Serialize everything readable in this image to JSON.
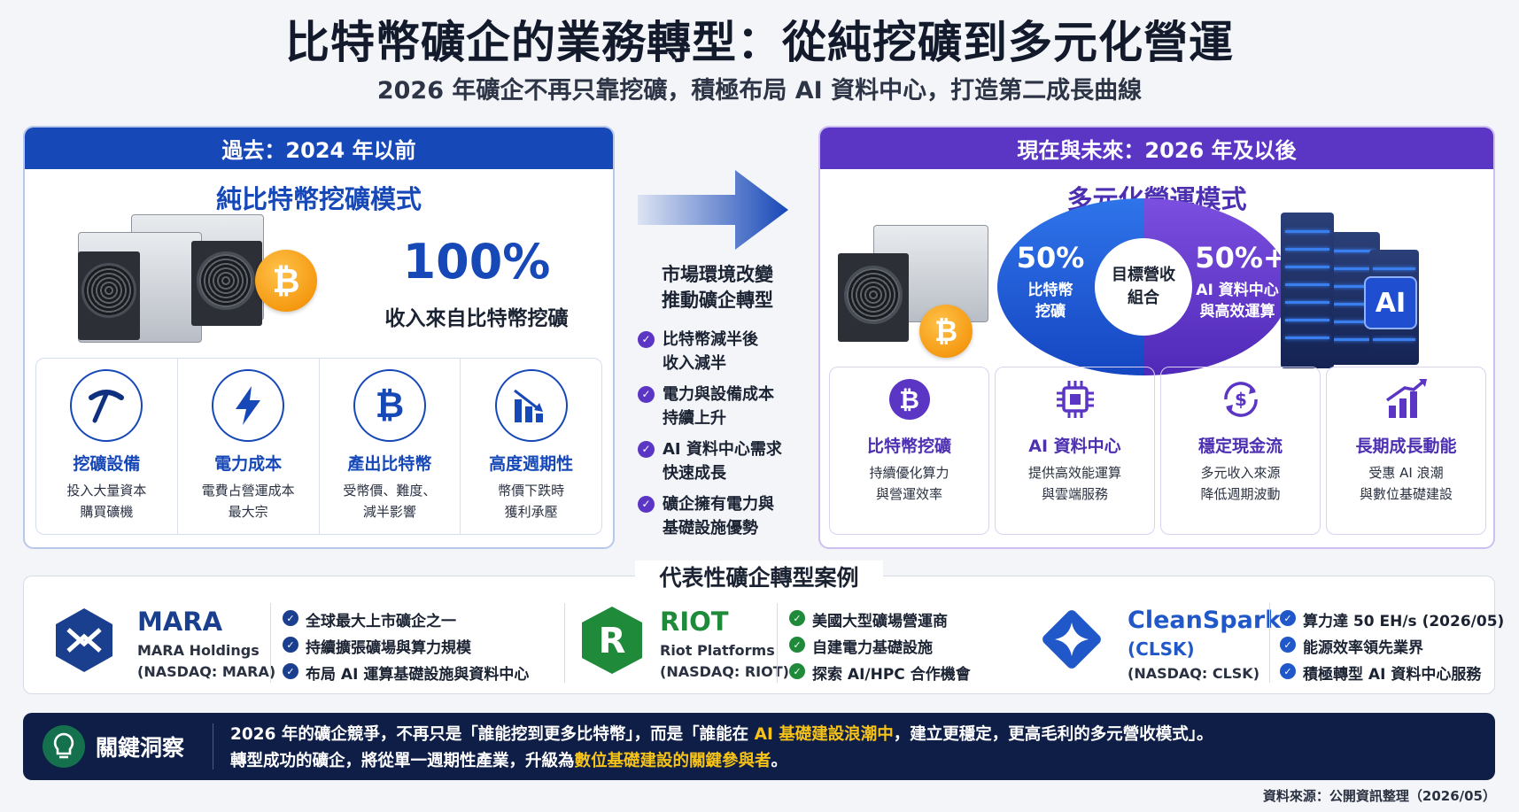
{
  "header": {
    "title": "比特幣礦企的業務轉型：從純挖礦到多元化營運",
    "subtitle": "2026 年礦企不再只靠挖礦，積極布局 AI 資料中心，打造第二成長曲線"
  },
  "past": {
    "header": "過去：2024 年以前",
    "subtitle": "純比特幣挖礦模式",
    "percent": "100%",
    "percent_label": "收入來自比特幣挖礦",
    "coin_symbol": "₿",
    "features": [
      {
        "icon": "pickaxe-icon",
        "title": "挖礦設備",
        "desc": [
          "投入大量資本",
          "購買礦機"
        ]
      },
      {
        "icon": "lightning-icon",
        "title": "電力成本",
        "desc": [
          "電費占營運成本",
          "最大宗"
        ]
      },
      {
        "icon": "bitcoin-icon",
        "title": "產出比特幣",
        "desc": [
          "受幣價、難度、",
          "減半影響"
        ]
      },
      {
        "icon": "chart-down-icon",
        "title": "高度週期性",
        "desc": [
          "幣價下跌時",
          "獲利承壓"
        ]
      }
    ]
  },
  "middle": {
    "title_lines": [
      "市場環境改變",
      "推動礦企轉型"
    ],
    "reasons": [
      [
        "比特幣減半後",
        "收入減半"
      ],
      [
        "電力與設備成本",
        "持續上升"
      ],
      [
        "AI 資料中心需求",
        "快速成長"
      ],
      [
        "礦企擁有電力與",
        "基礎設施優勢"
      ]
    ]
  },
  "future": {
    "header": "現在與未來：2026 年及以後",
    "subtitle": "多元化營運模式",
    "pie": {
      "center_lines": [
        "目標營收",
        "組合"
      ],
      "left_pct": "50%",
      "left_label": [
        "比特幣",
        "挖礦"
      ],
      "right_pct": "50%+",
      "right_label": [
        "AI 資料中心",
        "與高效運算"
      ],
      "left_color": "#1f5ad6",
      "right_color": "#6338cc"
    },
    "ai_chip": "AI",
    "coin_symbol": "₿",
    "features": [
      {
        "icon": "bitcoin-icon",
        "title": "比特幣挖礦",
        "desc": [
          "持續優化算力",
          "與營運效率"
        ]
      },
      {
        "icon": "chip-icon",
        "title": "AI 資料中心",
        "desc": [
          "提供高效能運算",
          "與雲端服務"
        ]
      },
      {
        "icon": "dollar-cycle-icon",
        "title": "穩定現金流",
        "desc": [
          "多元收入來源",
          "降低週期波動"
        ]
      },
      {
        "icon": "growth-chart-icon",
        "title": "長期成長動能",
        "desc": [
          "受惠 AI 浪潮",
          "與數位基礎建設"
        ]
      }
    ]
  },
  "cases": {
    "title": "代表性礦企轉型案例",
    "items": [
      {
        "name": "MARA",
        "full": "MARA Holdings",
        "ticker": "(NASDAQ: MARA)",
        "color": "#1b3f8f",
        "bullets": [
          "全球最大上市礦企之一",
          "持續擴張礦場與算力規模",
          "布局 AI 運算基礎設施與資料中心"
        ]
      },
      {
        "name": "RIOT",
        "full": "Riot Platforms",
        "ticker": "(NASDAQ: RIOT)",
        "color": "#1e8a3a",
        "logo_letter": "R",
        "bullets": [
          "美國大型礦場營運商",
          "自建電力基礎設施",
          "探索 AI/HPC 合作機會"
        ]
      },
      {
        "name": "CleanSpark",
        "name2": "(CLSK)",
        "ticker": "(NASDAQ: CLSK)",
        "color": "#2158c9",
        "bullets": [
          "算力達 50 EH/s (2026/05)",
          "能源效率領先業界",
          "積極轉型 AI 資料中心服務"
        ]
      }
    ]
  },
  "insight": {
    "label": "關鍵洞察",
    "line1_a": "2026 年的礦企競爭，不再只是「誰能挖到更多比特幣」，而是「誰能在 ",
    "line1_hl": "AI 基礎建設浪潮中",
    "line1_b": "，建立更穩定，更高毛利的多元營收模式」。",
    "line2_a": "轉型成功的礦企，將從單一週期性產業，升級為",
    "line2_hl": "數位基礎建設的關鍵參與者",
    "line2_b": "。"
  },
  "source": "資料來源：公開資訊整理（2026/05）",
  "colors": {
    "past_accent": "#1748b8",
    "future_accent": "#5b36c5",
    "highlight": "#f7c318"
  }
}
